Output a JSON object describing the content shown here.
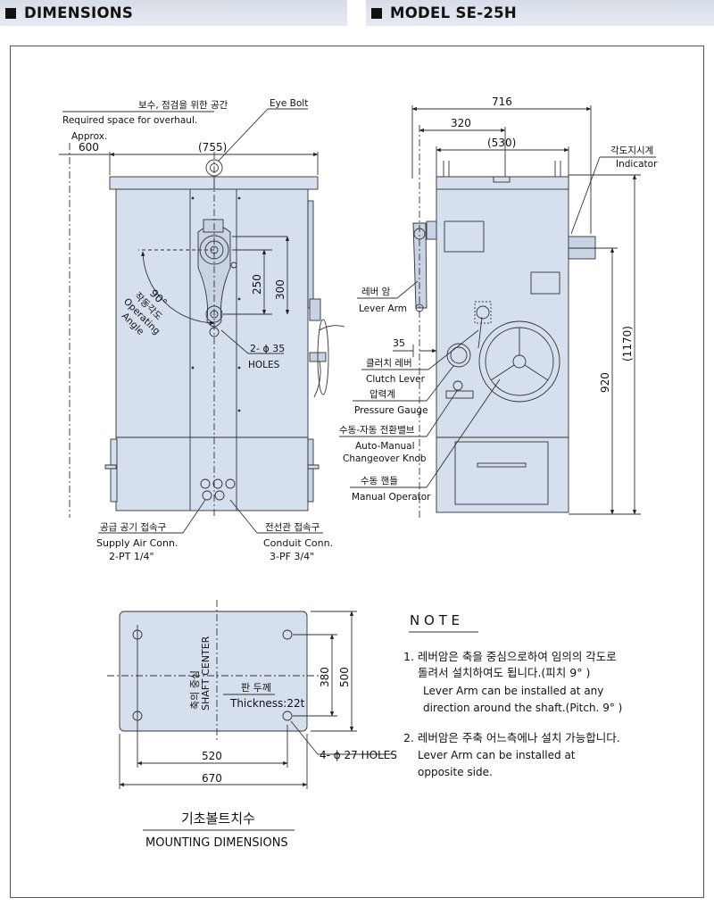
{
  "headers": {
    "left": "DIMENSIONS",
    "right": "MODEL SE-25H"
  },
  "side_view": {
    "overhaul_kr": "보수, 점검을 위한 공간",
    "overhaul_en": "Required space for overhaul.",
    "approx": "Approx.",
    "dim_600": "600",
    "dim_755": "(755)",
    "eye_bolt": "Eye Bolt",
    "dim_250": "250",
    "dim_300": "300",
    "angle_deg": "90°",
    "angle_kr": "작동각도",
    "angle_en1": "Operating",
    "angle_en2": "Angle",
    "holes_count": "2- ϕ 35",
    "holes": "HOLES",
    "supply_kr": "공급 공기 접속구",
    "supply_en": "Supply Air Conn.",
    "supply_spec": "2-PT 1/4\"",
    "conduit_kr": "전선관 접속구",
    "conduit_en": "Conduit Conn.",
    "conduit_spec": "3-PF 3/4\""
  },
  "front_view": {
    "dim_716": "716",
    "dim_320": "320",
    "dim_530": "(530)",
    "dim_35": "35",
    "dim_920": "920",
    "dim_1170": "(1170)",
    "indicator_kr": "각도지시계",
    "indicator_en": "Indicator",
    "lever_kr": "레버 암",
    "lever_en": "Lever Arm",
    "clutch_kr": "클러치 레버",
    "clutch_en": "Clutch Lever",
    "gauge_kr": "압력계",
    "gauge_en": "Pressure Gauge",
    "changeover_kr": "수동-자동 전환밸브",
    "changeover_en1": "Auto-Manual",
    "changeover_en2": "Changeover Knob",
    "manual_kr": "수동 핸들",
    "manual_en": "Manual Operator"
  },
  "mounting": {
    "shaft_kr": "축의 중심",
    "shaft_en": "SHAFT CENTER",
    "thickness_kr": "판 두께",
    "thickness_en": "Thickness:22t",
    "dim_380": "380",
    "dim_500": "500",
    "dim_520": "520",
    "dim_670": "670",
    "holes": "4- ϕ 27 HOLES",
    "title_kr": "기초볼트치수",
    "title_en": "MOUNTING DIMENSIONS"
  },
  "note": {
    "title": "N O T E",
    "n1_kr_1": "1. 레버암은 축을 중심으로하여 임의의 각도로",
    "n1_kr_2": "돌려서 설치하여도 됩니다.(피치 9° )",
    "n1_en_1": "Lever Arm can be installed at any",
    "n1_en_2": "direction around the shaft.(Pitch. 9° )",
    "n2_kr": "2. 레버암은 주축 어느측에나 설치 가능합니다.",
    "n2_en_1": "Lever Arm can be installed at",
    "n2_en_2": "opposite side."
  },
  "colors": {
    "body_fill": "#d5dfee",
    "line": "#333333",
    "header_bg": "#dde2ea"
  }
}
